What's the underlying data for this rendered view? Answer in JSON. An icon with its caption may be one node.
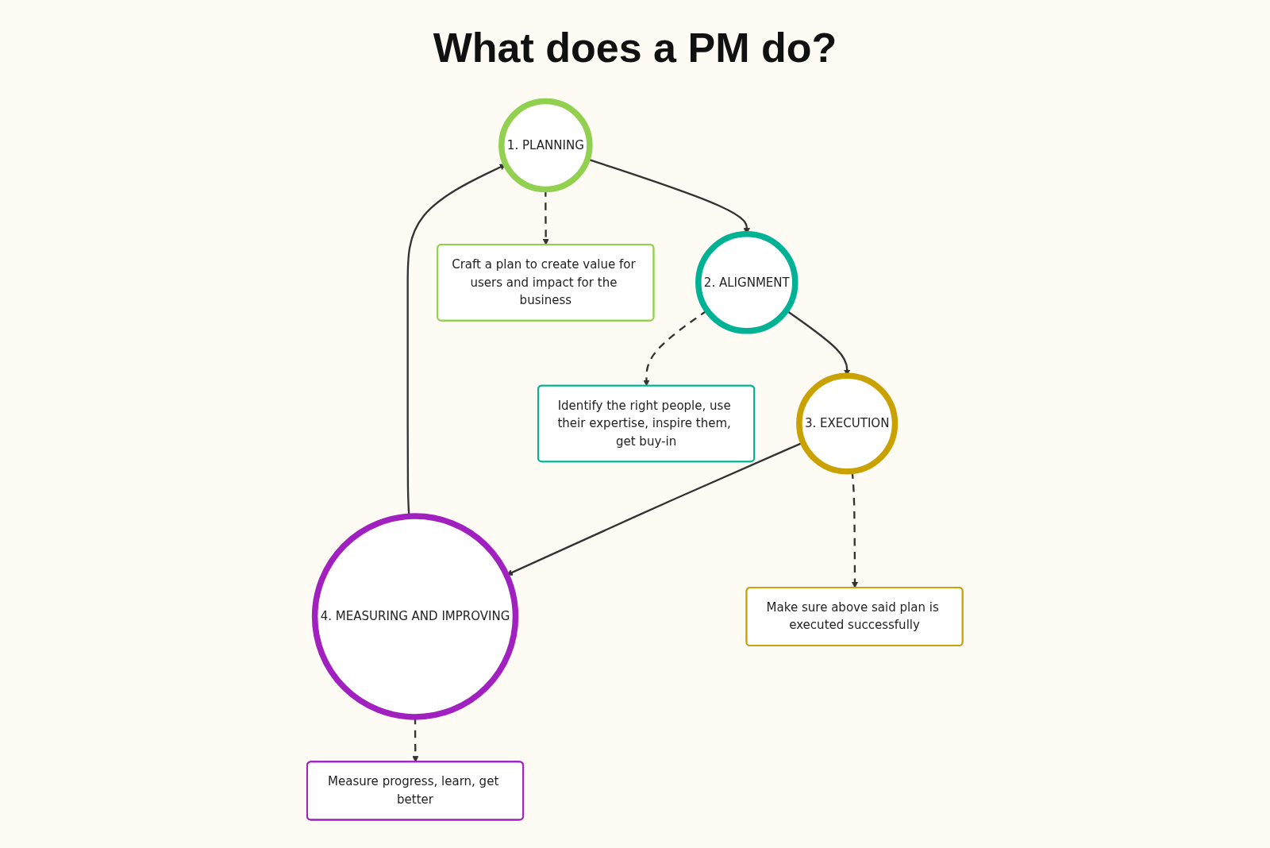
{
  "diagram": {
    "title": "What does a PM do?",
    "nodes": [
      {
        "text": [
          "1. PLANNING"
        ]
      },
      {
        "text": [
          "2. ALIGNMENT"
        ]
      },
      {
        "text": [
          "3. EXECUTION"
        ]
      },
      {
        "text": [
          "4. MEASURING AND IMPROVING"
        ]
      },
      {
        "text": [
          "Craft a plan to create value for users and impact for the business"
        ]
      },
      {
        "text": [
          "Identify the right people, use their expertise, inspire them, get buy-in"
        ]
      },
      {
        "text": [
          "Make sure above said plan is executed successfully"
        ]
      },
      {
        "text": [
          "Measure progress, learn, get better"
        ]
      }
    ],
    "edges": [
      {
        "from": 0,
        "to": 1,
        "arrow": "to"
      },
      {
        "from": 1,
        "to": 2,
        "arrow": "to"
      },
      {
        "from": 2,
        "to": 3,
        "arrow": "to"
      },
      {
        "from": 3,
        "to": 0,
        "arrow": "to"
      },
      {
        "from": 0,
        "to": 4,
        "arrow": "to",
        "style": "dashed"
      },
      {
        "from": 1,
        "to": 5,
        "arrow": "to",
        "style": "dashed"
      },
      {
        "from": 2,
        "to": 6,
        "arrow": "to",
        "style": "dashed"
      },
      {
        "from": 3,
        "to": 7,
        "arrow": "to",
        "style": "dashed"
      }
    ]
  }
}
